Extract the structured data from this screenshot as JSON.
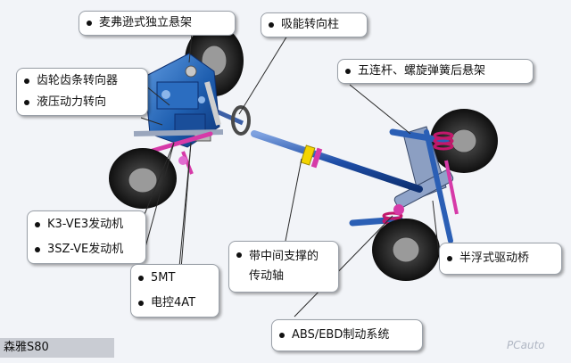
{
  "labels": {
    "front_suspension": "麦弗逊式独立悬架",
    "steering_column": "吸能转向柱",
    "rear_suspension": "五连杆、螺旋弹簧后悬架",
    "steering_gear": "齿轮齿条转向器",
    "power_steering": "液压动力转向",
    "engine_k3": "K3-VE3发动机",
    "engine_3sz": "3SZ-VE发动机",
    "trans_5mt": "5MT",
    "trans_4at": "电控4AT",
    "driveshaft": "带中间支撑的传动轴",
    "rear_axle": "半浮式驱动桥",
    "brake_system": "ABS/EBD制动系统"
  },
  "caption": "森雅S80",
  "watermark": "PCauto",
  "colors": {
    "engine": "#1f5fb0",
    "frame": "#2b5fb5",
    "magenta": "#d63aa8",
    "tire": "#1a1a1a",
    "leader": "#2a2a2a"
  }
}
